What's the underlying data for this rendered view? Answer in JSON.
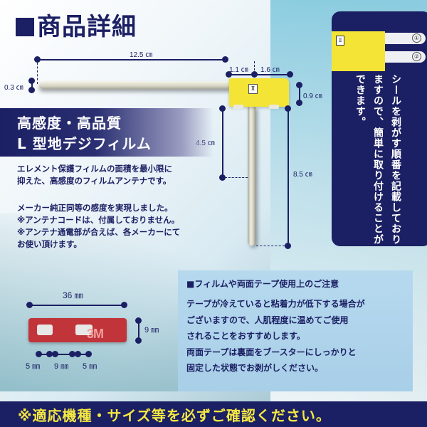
{
  "title": "商品詳細",
  "dimensions": {
    "total_width": "12.5 ㎝",
    "rod_thickness": "0.3 ㎝",
    "plate_left": "1.1 ㎝",
    "plate_right": "1.6 ㎝",
    "plate_height": "0.9 ㎝",
    "lower_rod": "4.5 ㎝",
    "total_height": "8.5 ㎝"
  },
  "plate_mark": "Ⅱ",
  "banner": {
    "line1": "高感度・高品質",
    "line2": "L 型地デジフィルム"
  },
  "description": {
    "para1": [
      "エレメント保護フィルムの面積を最小限に",
      "抑えた、高感度のフィルムアンテナです。"
    ],
    "para2": [
      "メーカー純正同等の感度を実現しました。",
      "※アンテナコードは、付属しておりません。",
      "※アンテナ通電部が合えば、各メーカーにて",
      "お使い頂けます。"
    ]
  },
  "sidebar": {
    "image_mark": "Ⅱ",
    "strip_numbers": [
      "①",
      "②"
    ],
    "text": "シールを剥がす順番を記載しておりますので、簡単に取り付けることができます。"
  },
  "tape": {
    "logo": "3M",
    "width": "36 ㎜",
    "height": "9 ㎜",
    "gap_left": "5 ㎜",
    "gap_mid": "9 ㎜",
    "gap_right": "5 ㎜",
    "color": "#c0343a"
  },
  "notice": {
    "heading": "■フィルムや両面テープ使用上のご注意",
    "lines": [
      "テープが冷えていると粘着力が低下する場合が",
      "ございますので、人肌程度に温めてご使用",
      "されることをおすすめします。",
      "両面テープは裏面をブースターにしっかりと",
      "固定した状態でお剥がしください。"
    ]
  },
  "footer": {
    "text": "※適応機種・サイズ等を必ずご確認ください。"
  },
  "colors": {
    "navy": "#1b1f63",
    "yellow": "#f3e435",
    "footer_text": "#f5e842",
    "notice_bg": "#b6d9ee"
  }
}
